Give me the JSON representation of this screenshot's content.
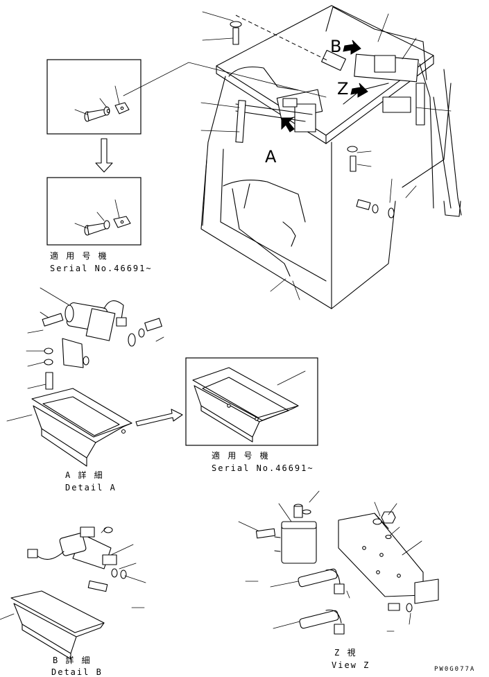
{
  "inset_top": {
    "caption_jp": "適 用 号 機",
    "caption_serial": "Serial No.46691~"
  },
  "inset_mid": {
    "caption_jp": "適 用 号 機",
    "caption_serial": "Serial No.46691~"
  },
  "main_view": {
    "label_a": "A",
    "label_b": "B",
    "label_z": "Z"
  },
  "detail_a": {
    "caption_jp": "A 詳 細",
    "caption_en": "Detail A"
  },
  "detail_b": {
    "caption_jp": "B 詳 細",
    "caption_en": "Detail B"
  },
  "view_z": {
    "caption_jp": "Z 視",
    "caption_en": "View Z"
  },
  "drawing_code": "PW0G077A"
}
